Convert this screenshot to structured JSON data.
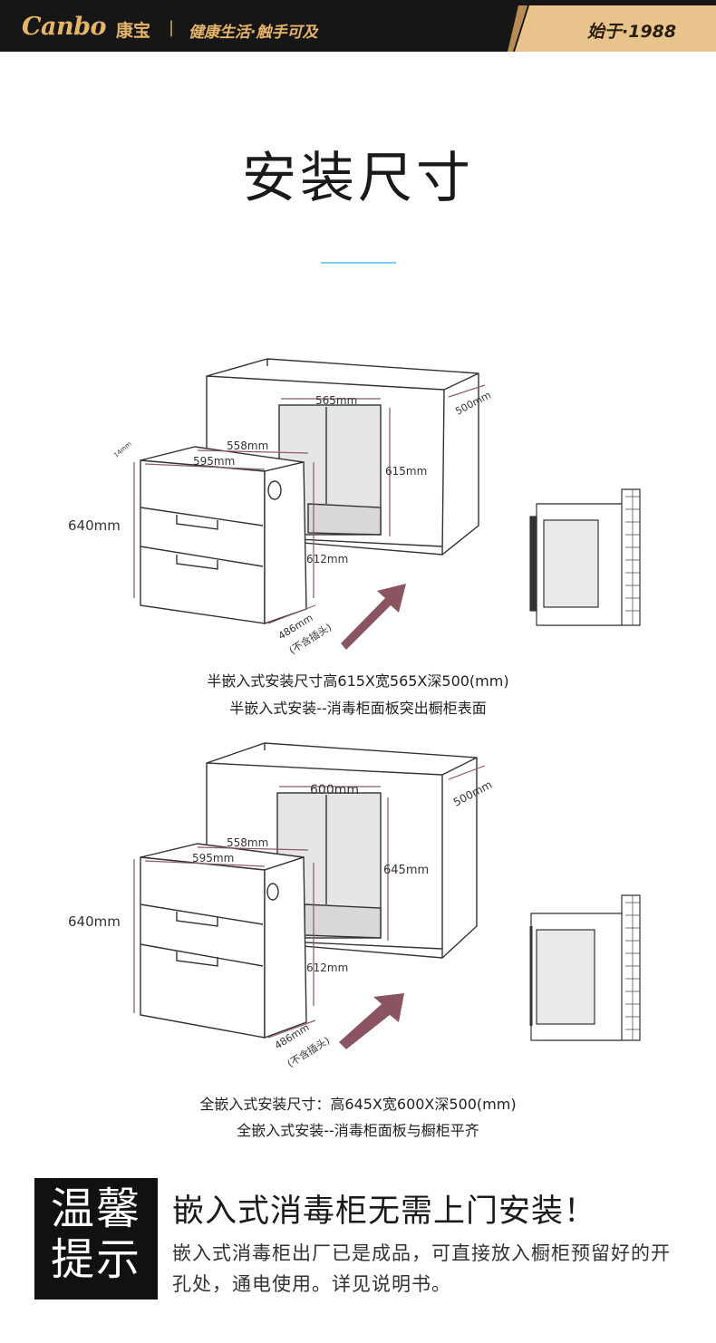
{
  "header": {
    "logo": "Canbo",
    "brand_cn": "康宝",
    "separator": "|",
    "tagline": "健康生活·触手可及",
    "since": "始于·1988"
  },
  "title": "安装尺寸",
  "diagram1": {
    "dims": {
      "cabinet_width": "565mm",
      "cabinet_depth": "500mm",
      "cabinet_height": "615mm",
      "unit_top_depth": "558mm",
      "unit_width": "595mm",
      "unit_panel": "14mm",
      "unit_height": "640mm",
      "unit_body_height": "612mm",
      "unit_depth": "486mm",
      "unit_depth_note": "(不含插头)"
    },
    "caption_line1": "半嵌入式安装尺寸高615X宽565X深500(mm)",
    "caption_line2": "半嵌入式安装--消毒柜面板突出橱柜表面"
  },
  "diagram2": {
    "dims": {
      "cabinet_width": "600mm",
      "cabinet_depth": "500mm",
      "cabinet_height": "645mm",
      "unit_top_depth": "558mm",
      "unit_width": "595mm",
      "unit_height": "640mm",
      "unit_body_height": "612mm",
      "unit_depth": "486mm",
      "unit_depth_note": "(不含插头)"
    },
    "caption_line1": "全嵌入式安装尺寸：高645X宽600X深500(mm)",
    "caption_line2": "全嵌入式安装--消毒柜面板与橱柜平齐"
  },
  "tips": {
    "label": "温馨提示",
    "heading": "嵌入式消毒柜无需上门安装！",
    "body": "嵌入式消毒柜出厂已是成品，可直接放入橱柜预留好的开孔处，通电使用。详见说明书。"
  },
  "colors": {
    "header_bg": "#161616",
    "gold": "#e6b46a",
    "badge": "#e8c48c",
    "dimension": "#8a5a66",
    "arrow": "#8a5560",
    "accent_rule": "#7fd0ec"
  }
}
